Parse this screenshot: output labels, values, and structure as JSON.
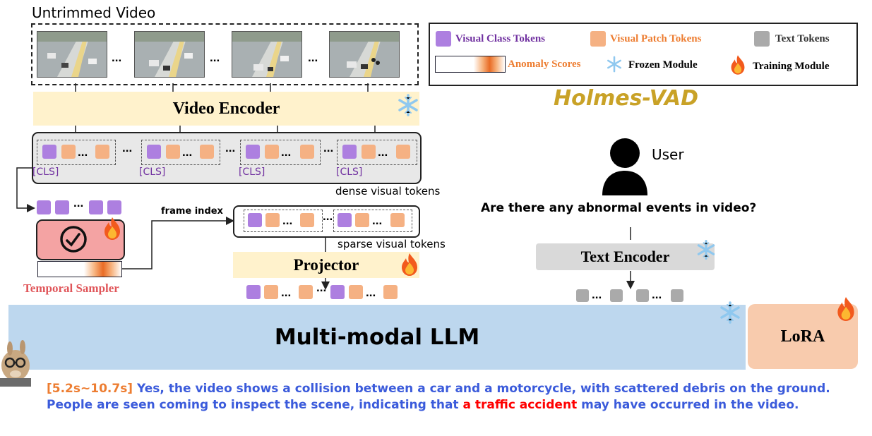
{
  "title": "Holmes-VAD",
  "untrimmed_video_label": "Untrimmed Video",
  "video_encoder_label": "Video Encoder",
  "projector_label": "Projector",
  "text_encoder_label": "Text Encoder",
  "llm_label": "Multi-modal LLM",
  "lora_label": "LoRA",
  "temporal_sampler_label": "Temporal Sampler",
  "dense_tokens_label": "dense visual tokens",
  "sparse_tokens_label": "sparse visual tokens",
  "frame_index_label": "frame index",
  "cls_label": "[CLS]",
  "ellipsis": "...",
  "user_label": "User",
  "question": "Are there any abnormal events in video?",
  "legend": {
    "visual_class": "Visual Class Tokens",
    "visual_patch": "Visual Patch Tokens",
    "text_tokens": "Text Tokens",
    "anomaly_scores": "Anomaly Scores",
    "frozen": "Frozen Module",
    "training": "Training Module"
  },
  "answer": {
    "time": "[5.2s~10.7s]",
    "part1": " Yes, the video shows a collision between a car and a motorcycle, with scattered debris on the ground. People are seen coming to inspect the scene, indicating that ",
    "highlight": "a traffic accident",
    "part2": " may have occurred in the video."
  },
  "colors": {
    "purple_token": "#ad7fe0",
    "orange_token": "#f5b183",
    "gray_token": "#aaaaaa",
    "encoder_bg": "#fff2cc",
    "llm_bg": "#bdd7ee",
    "lora_bg": "#f8cbad",
    "sampler_bg": "#f4a3a3",
    "title_gold": "#c9a227",
    "answer_blue": "#3b5bdb",
    "answer_orange": "#ed7d31",
    "highlight_red": "#ff0000",
    "temporal_red": "#e0565a"
  },
  "icons": [
    "snowflake-icon",
    "fire-icon",
    "clock-icon",
    "user-icon",
    "llama-avatar-icon"
  ]
}
